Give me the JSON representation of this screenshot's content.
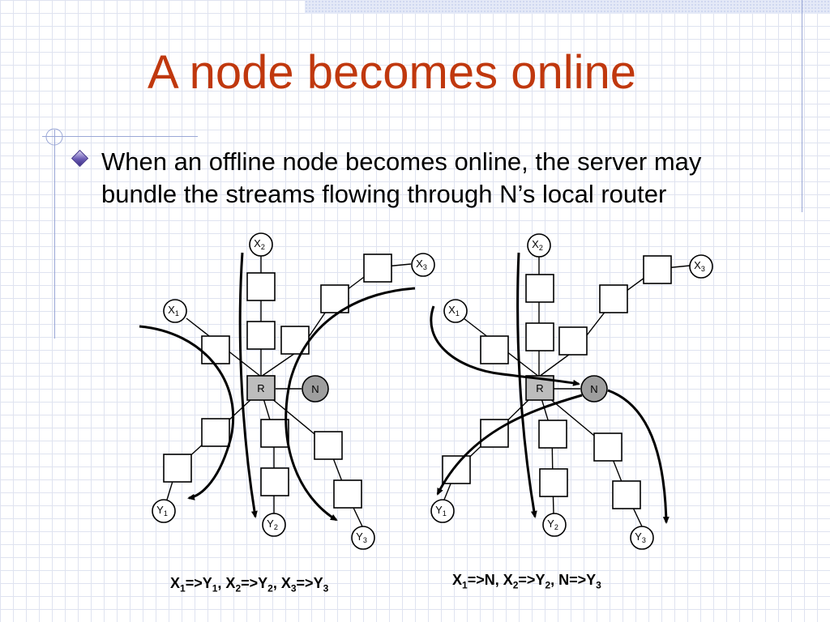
{
  "title": "A node becomes online",
  "bullet": {
    "icon": "diamond-bullet-icon",
    "text": "When an offline node becomes online, the server may bundle the streams flowing through N’s local router"
  },
  "diagrams": [
    {
      "nodes": {
        "x1": {
          "letter": "X",
          "sub": "1"
        },
        "x2": {
          "letter": "X",
          "sub": "2"
        },
        "x3": {
          "letter": "X",
          "sub": "3"
        },
        "y1": {
          "letter": "Y",
          "sub": "1"
        },
        "y2": {
          "letter": "Y",
          "sub": "2"
        },
        "y3": {
          "letter": "Y",
          "sub": "3"
        },
        "router": "R",
        "n": "N"
      },
      "caption": {
        "parts": [
          {
            "t": "X"
          },
          {
            "s": "1"
          },
          {
            "t": "=>Y"
          },
          {
            "s": "1"
          },
          {
            "t": ", X"
          },
          {
            "s": "2"
          },
          {
            "t": "=>Y"
          },
          {
            "s": "2"
          },
          {
            "t": ", X"
          },
          {
            "s": "3"
          },
          {
            "t": "=>Y"
          },
          {
            "s": "3"
          }
        ]
      }
    },
    {
      "nodes": {
        "x1": {
          "letter": "X",
          "sub": "1"
        },
        "x2": {
          "letter": "X",
          "sub": "2"
        },
        "x3": {
          "letter": "X",
          "sub": "3"
        },
        "y1": {
          "letter": "Y",
          "sub": "1"
        },
        "y2": {
          "letter": "Y",
          "sub": "2"
        },
        "y3": {
          "letter": "Y",
          "sub": "3"
        },
        "router": "R",
        "n": "N"
      },
      "caption": {
        "parts": [
          {
            "t": "X"
          },
          {
            "s": "1"
          },
          {
            "t": "=>N, X"
          },
          {
            "s": "2"
          },
          {
            "t": "=>Y"
          },
          {
            "s": "2"
          },
          {
            "t": ", N=>Y"
          },
          {
            "s": "3"
          }
        ]
      }
    }
  ],
  "colors": {
    "title": "#c0380e",
    "router_fill": "#bdbdbd",
    "stroke": "#000000"
  }
}
